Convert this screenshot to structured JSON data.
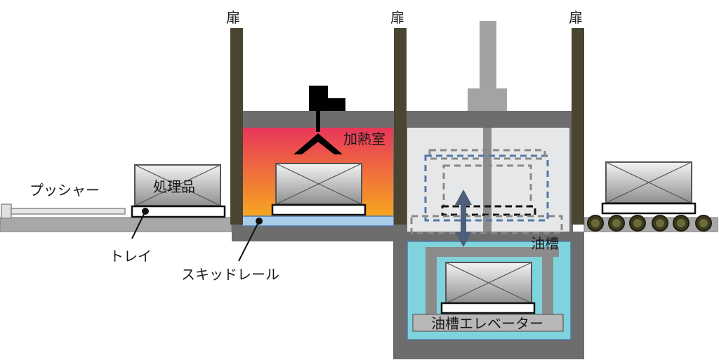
{
  "labels": {
    "door": "扉",
    "pusher": "プッシャー",
    "workpiece": "処理品",
    "tray": "トレイ",
    "skid_rail": "スキッドレール",
    "heating_chamber": "加熱室",
    "oil_tank": "油槽",
    "oil_tank_elevator": "油槽エレベーター"
  },
  "colors": {
    "wall": "#6d6d6d",
    "door": "#4a4530",
    "heat_top": "#e8365a",
    "heat_bottom": "#f7a81f",
    "skid_rail": "#a9cde9",
    "oil": "#7fd3dc",
    "chamber": "#e6e7e8",
    "dashed_blue": "#4f79a9",
    "roller": "#3b3a1e"
  },
  "icons": [
    "fan-icon",
    "up-down-arrow-icon",
    "roller-conveyor"
  ]
}
